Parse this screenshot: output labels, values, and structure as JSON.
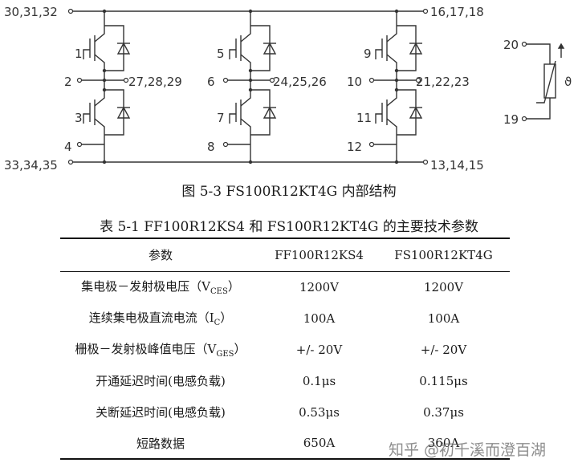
{
  "figure": {
    "caption": "图 5-3 FS100R12KT4G 内部结构",
    "pins": {
      "top_left": "30,31,32",
      "top_right": "16,17,18",
      "bottom_left": "33,34,35",
      "bottom_right": "13,14,15",
      "gate1": "1",
      "emitter2": "2",
      "out1": "27,28,29",
      "gate3": "3",
      "emitter4": "4",
      "gate5": "5",
      "emitter6": "6",
      "out2": "24,25,26",
      "gate7": "7",
      "emitter8": "8",
      "gate9": "9",
      "emitter10": "10",
      "out3": "21,22,23",
      "gate11": "11",
      "emitter12": "12",
      "ntc_top": "20",
      "ntc_bottom": "19",
      "ntc_symbol": "ϑ"
    }
  },
  "table": {
    "caption": "表 5-1 FF100R12KS4 和 FS100R12KT4G 的主要技术参数",
    "headers": [
      "参数",
      "FF100R12KS4",
      "FS100R12KT4G"
    ],
    "rows": [
      {
        "param": "集电极－发射极电压（V",
        "sub": "CES",
        "close": "）",
        "a": "1200V",
        "b": "1200V"
      },
      {
        "param": "连续集电极直流电流（I",
        "sub": "C",
        "close": "）",
        "a": "100A",
        "b": "100A"
      },
      {
        "param": "栅极－发射极峰值电压（V",
        "sub": "GES",
        "close": "）",
        "a": "+/- 20V",
        "b": "+/- 20V"
      },
      {
        "param": "开通延迟时间(电感负载)",
        "sub": "",
        "close": "",
        "a": "0.1μs",
        "b": "0.115μs"
      },
      {
        "param": "关断延迟时间(电感负载)",
        "sub": "",
        "close": "",
        "a": "0.53μs",
        "b": "0.37μs"
      },
      {
        "param": "短路数据",
        "sub": "",
        "close": "",
        "a": "650A",
        "b": "360A"
      }
    ]
  },
  "watermark": "知乎 @初千溪而澄百湖"
}
